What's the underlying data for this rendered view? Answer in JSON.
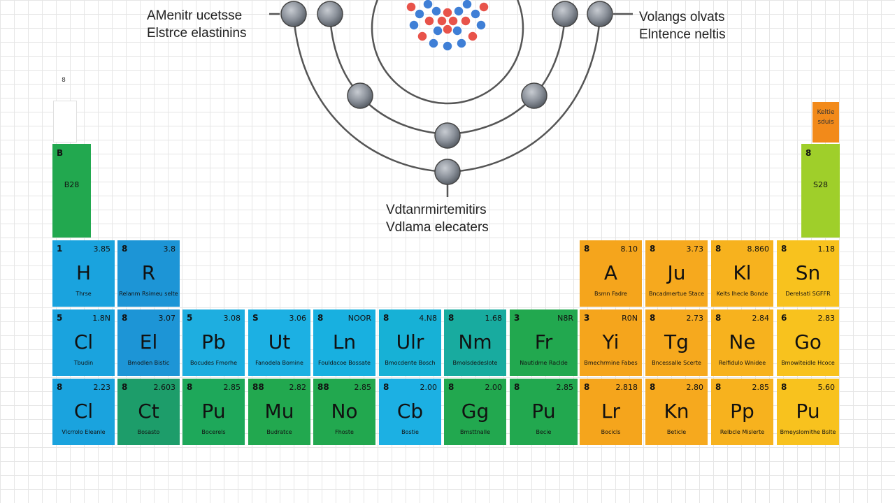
{
  "labels": {
    "top_left": [
      "AMenitr ucetsse",
      "Elstrce elastinins"
    ],
    "top_right": [
      "Volangs olvats",
      "Elntence neltis"
    ],
    "center": [
      "Vdtanrmirtemitirs",
      "Vdlama elecaters"
    ]
  },
  "side_tiles": {
    "left_top_mark": "8",
    "left_tall": {
      "num": "B",
      "text": "B28"
    },
    "right_orange": [
      "Keltie",
      "sduis"
    ],
    "right_tall": {
      "num": "8",
      "text": "S28"
    }
  },
  "rows": [
    [
      {
        "num": "1",
        "mass": "3.85",
        "sym": "H",
        "name": "Thrse",
        "color": "#1aa3de"
      },
      {
        "num": "8",
        "mass": "3.8",
        "sym": "R",
        "name": "Relanm Rsimeu selte",
        "color": "#1d95d6"
      },
      {
        "num": "8",
        "mass": "8.10",
        "sym": "A",
        "name": "Bsmn Fadre",
        "color": "#f5a51c"
      },
      {
        "num": "8",
        "mass": "3.73",
        "sym": "Ju",
        "name": "Bncadmertue Stace",
        "color": "#f6a91e"
      },
      {
        "num": "8",
        "mass": "8.860",
        "sym": "Kl",
        "name": "Kelts lhecle Bonde",
        "color": "#f7b21e"
      },
      {
        "num": "8",
        "mass": "1.18",
        "sym": "Sn",
        "name": "Derelsati SGFFR",
        "color": "#f8c21e"
      }
    ],
    [
      {
        "num": "5",
        "mass": "1.8N",
        "sym": "Cl",
        "name": "Tbudin",
        "color": "#1aa3de"
      },
      {
        "num": "8",
        "mass": "3.07",
        "sym": "El",
        "name": "Bmodlen Bistic",
        "color": "#1d95d6"
      },
      {
        "num": "5",
        "mass": "3.08",
        "sym": "Pb",
        "name": "Bocudes Fmorhe",
        "color": "#1eaee0"
      },
      {
        "num": "S",
        "mass": "3.06",
        "sym": "Ut",
        "name": "Fanodela Bomine",
        "color": "#1cb0e3"
      },
      {
        "num": "8",
        "mass": "NOOR",
        "sym": "Ln",
        "name": "Fouldacoe Bossate",
        "color": "#18b0e0"
      },
      {
        "num": "8",
        "mass": "4.N8",
        "sym": "Ulr",
        "name": "Bmocdente Bosch",
        "color": "#17b1d6"
      },
      {
        "num": "8",
        "mass": "1.68",
        "sym": "Nm",
        "name": "Bmolsdedeslote",
        "color": "#18ab9f"
      },
      {
        "num": "3",
        "mass": "N8R",
        "sym": "Fr",
        "name": "Nautidme Raclde",
        "color": "#22a84f"
      },
      {
        "num": "3",
        "mass": "R0N",
        "sym": "Yi",
        "name": "Bmechrmine Fabes",
        "color": "#f5a51c"
      },
      {
        "num": "8",
        "mass": "2.73",
        "sym": "Tg",
        "name": "Bncessalle Scerte",
        "color": "#f6a91e"
      },
      {
        "num": "8",
        "mass": "2.84",
        "sym": "Ne",
        "name": "Relfidulo Wnidee",
        "color": "#f7b21e"
      },
      {
        "num": "6",
        "mass": "2.83",
        "sym": "Go",
        "name": "Bmowiteidle Hcoce",
        "color": "#f8c21e"
      }
    ],
    [
      {
        "num": "8",
        "mass": "2.23",
        "sym": "Cl",
        "name": "Vlcrrolo Eleanle",
        "color": "#1aa3de"
      },
      {
        "num": "8",
        "mass": "2.603",
        "sym": "Ct",
        "name": "Bosasto",
        "color": "#1d9d6a"
      },
      {
        "num": "8",
        "mass": "2.85",
        "sym": "Pu",
        "name": "Bocerels",
        "color": "#1ea85a"
      },
      {
        "num": "88",
        "mass": "2.82",
        "sym": "Mu",
        "name": "Budratce",
        "color": "#22a84f"
      },
      {
        "num": "88",
        "mass": "2.85",
        "sym": "No",
        "name": "Fhoste",
        "color": "#22a84f"
      },
      {
        "num": "8",
        "mass": "2.00",
        "sym": "Cb",
        "name": "Bostie",
        "color": "#1cb0e3"
      },
      {
        "num": "8",
        "mass": "2.00",
        "sym": "Gg",
        "name": "Bmsttnalle",
        "color": "#22a84f"
      },
      {
        "num": "8",
        "mass": "2.85",
        "sym": "Pu",
        "name": "Becie",
        "color": "#22a84f"
      },
      {
        "num": "8",
        "mass": "2.818",
        "sym": "Lr",
        "name": "Bocicls",
        "color": "#f5a51c"
      },
      {
        "num": "8",
        "mass": "2.80",
        "sym": "Kn",
        "name": "Beticle",
        "color": "#f6a91e"
      },
      {
        "num": "8",
        "mass": "2.85",
        "sym": "Pp",
        "name": "Relbcle Mislerte",
        "color": "#f7b21e"
      },
      {
        "num": "8",
        "mass": "5.60",
        "sym": "Pu",
        "name": "Bmeyslomithe Bslte",
        "color": "#f8c21e"
      }
    ]
  ]
}
